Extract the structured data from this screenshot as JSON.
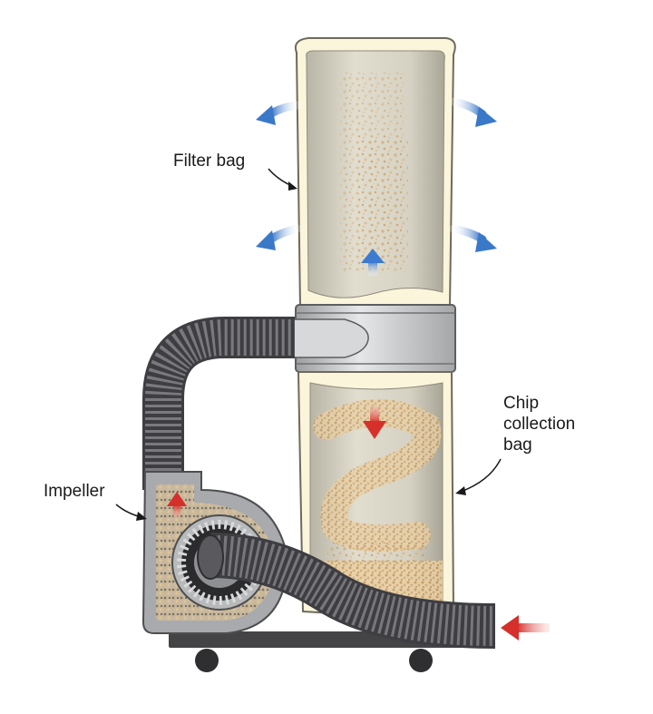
{
  "labels": {
    "filter_bag": "Filter bag",
    "impeller": "Impeller",
    "chip_line1": "Chip",
    "chip_line2": "collection",
    "chip_line3": "bag"
  },
  "colors": {
    "bag_fill": "#d9d5c4",
    "bag_rim": "#fbf5dc",
    "bag_outline": "#6e6a5c",
    "sawdust": "#d1a468",
    "hose": "#6f6f73",
    "hose_dark": "#3e3e42",
    "collar": "#c9cbcc",
    "base": "#444446",
    "air_arrow": "#3a78c8",
    "flow_arrow_red": "#d6302b"
  },
  "icons": {
    "exhaust_arrows": "curved-arrow-icon",
    "flow_up": "arrow-up-icon",
    "flow_down": "arrow-down-icon",
    "inlet": "arrow-left-icon"
  }
}
